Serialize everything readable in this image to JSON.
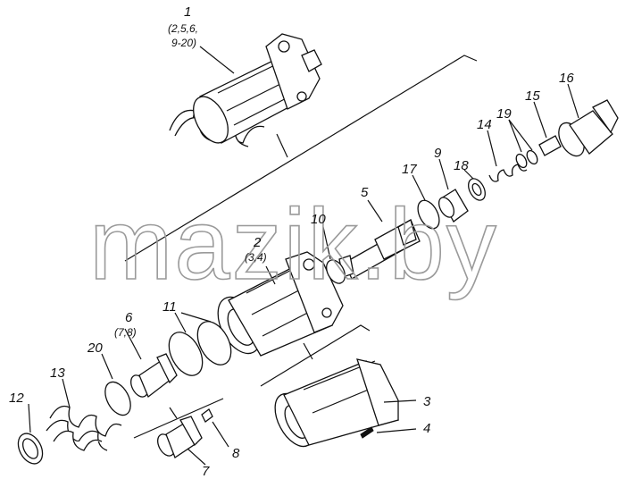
{
  "watermark": "mazik.by",
  "callouts": [
    {
      "id": "1",
      "sub": "(2,5,6,",
      "sub2": "9-20)"
    },
    {
      "id": "2",
      "sub": "(3,4)"
    },
    {
      "id": "3"
    },
    {
      "id": "4"
    },
    {
      "id": "5"
    },
    {
      "id": "6",
      "sub": "(7,8)"
    },
    {
      "id": "7"
    },
    {
      "id": "8"
    },
    {
      "id": "9"
    },
    {
      "id": "10"
    },
    {
      "id": "11"
    },
    {
      "id": "12"
    },
    {
      "id": "13"
    },
    {
      "id": "14"
    },
    {
      "id": "15"
    },
    {
      "id": "16"
    },
    {
      "id": "17"
    },
    {
      "id": "18"
    },
    {
      "id": "19"
    },
    {
      "id": "20"
    }
  ]
}
